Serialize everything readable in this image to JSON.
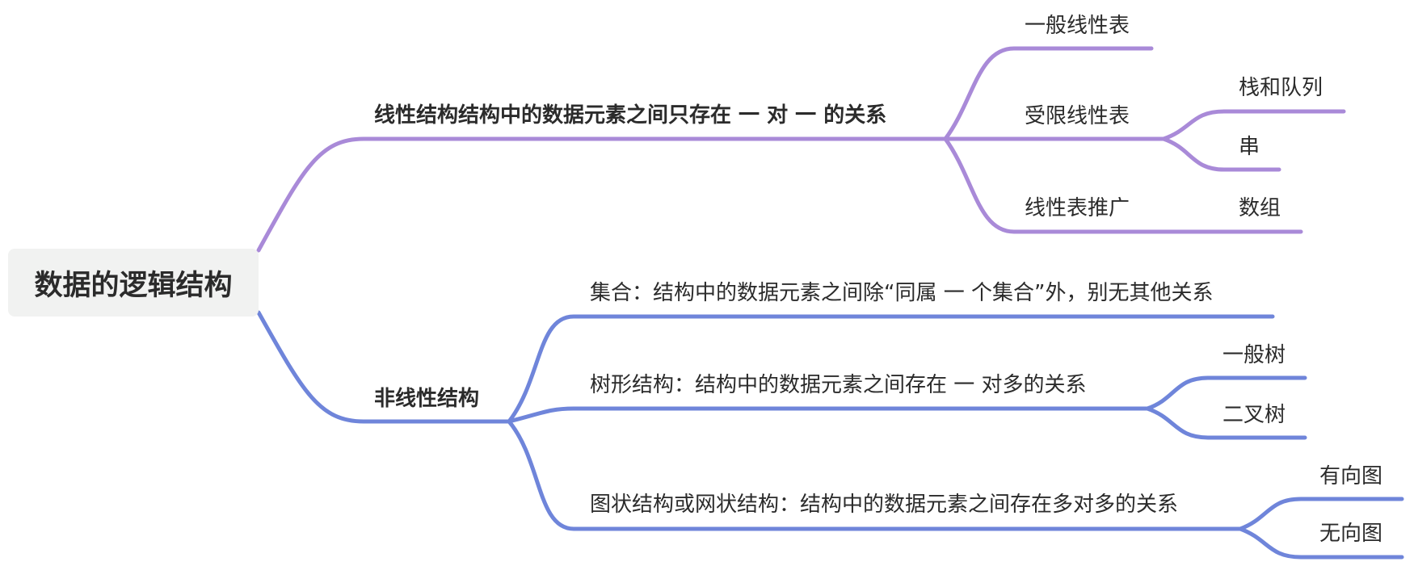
{
  "mindmap": {
    "root": "数据的逻辑结构",
    "colors": {
      "purple": "#a98ad8",
      "blue": "#6f85da",
      "root_bg": "#f1f2f1",
      "text": "#2b2b2b"
    },
    "linear": {
      "label": "线性结构结构中的数据元素之间只存在 一 对 一 的关系",
      "general": "一般线性表",
      "restricted": "受限线性表",
      "stack_queue": "栈和队列",
      "string": "串",
      "extended": "线性表推广",
      "array": "数组"
    },
    "nonlinear": {
      "label": "非线性结构",
      "set": "集合：结构中的数据元素之间除“同属 一 个集合”外，别无其他关系",
      "tree": "树形结构：结构中的数据元素之间存在 一 对多的关系",
      "general_tree": "一般树",
      "binary_tree": "二叉树",
      "graph": "图状结构或网状结构：结构中的数据元素之间存在多对多的关系",
      "directed": "有向图",
      "undirected": "无向图"
    }
  }
}
